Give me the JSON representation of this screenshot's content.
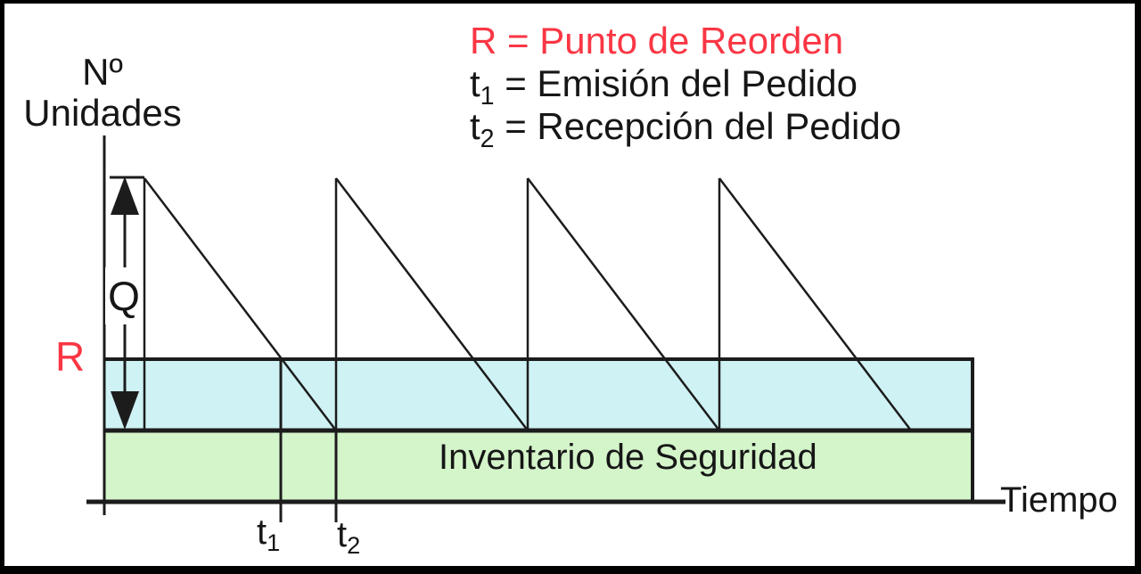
{
  "colors": {
    "background": "#ffffff",
    "border": "#000000",
    "line": "#1c1c1c",
    "text": "#161616",
    "accent_red": "#fa3644",
    "reorder_band_fill": "#cff2f4",
    "safety_band_fill": "#d4f4ca"
  },
  "legend": {
    "items": [
      {
        "sym": "R",
        "sub": "",
        "rest": " = Punto de Reorden"
      },
      {
        "sym": "t",
        "sub": "1",
        "rest": " = Emisión del Pedido"
      },
      {
        "sym": "t",
        "sub": "2",
        "rest": " = Recepción del Pedido"
      }
    ]
  },
  "axes": {
    "y_label_line1": "Nº",
    "y_label_line2": "Unidades",
    "x_label": "Tiempo"
  },
  "annotations": {
    "reorder_level": "R",
    "order_quantity": "Q",
    "safety_band": "Inventario de Seguridad",
    "t1": {
      "sym": "t",
      "sub": "1"
    },
    "t2": {
      "sym": "t",
      "sub": "2"
    }
  },
  "figure": {
    "sawtooth_cycles": 4
  }
}
